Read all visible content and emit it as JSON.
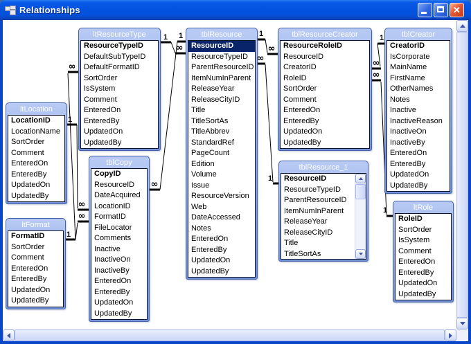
{
  "window": {
    "title": "Relationships",
    "icon": "relationships-window-icon",
    "controls": {
      "minimize": "minimize",
      "maximize": "maximize",
      "close_glyph": "✕"
    }
  },
  "cardinality": {
    "one": "1",
    "many": "∞"
  },
  "tables": [
    {
      "id": "ltResourceType",
      "title": "ltResourceType",
      "fields": [
        {
          "name": "ResourceTypeID",
          "pk": true
        },
        {
          "name": "DefaultSubTypeID"
        },
        {
          "name": "DefaultFormatID"
        },
        {
          "name": "SortOrder"
        },
        {
          "name": "IsSystem"
        },
        {
          "name": "Comment"
        },
        {
          "name": "EnteredOn"
        },
        {
          "name": "EnteredBy"
        },
        {
          "name": "UpdatedOn"
        },
        {
          "name": "UpdatedBy"
        }
      ]
    },
    {
      "id": "tblResource",
      "title": "tblResource",
      "fields": [
        {
          "name": "ResourceID",
          "pk": true,
          "selected": true
        },
        {
          "name": "ResourceTypeID"
        },
        {
          "name": "ParentResourceID"
        },
        {
          "name": "ItemNumInParent"
        },
        {
          "name": "ReleaseYear"
        },
        {
          "name": "ReleaseCityID"
        },
        {
          "name": "Title"
        },
        {
          "name": "TitleSortAs"
        },
        {
          "name": "TitleAbbrev"
        },
        {
          "name": "StandardRef"
        },
        {
          "name": "PageCount"
        },
        {
          "name": "Edition"
        },
        {
          "name": "Volume"
        },
        {
          "name": "Issue"
        },
        {
          "name": "ResourceVersion"
        },
        {
          "name": "Web"
        },
        {
          "name": "DateAccessed"
        },
        {
          "name": "Notes"
        },
        {
          "name": "EnteredOn"
        },
        {
          "name": "EnteredBy"
        },
        {
          "name": "UpdatedOn"
        },
        {
          "name": "UpdatedBy"
        }
      ]
    },
    {
      "id": "tblResourceCreator",
      "title": "tblResourceCreator",
      "fields": [
        {
          "name": "ResourceRoleID",
          "pk": true
        },
        {
          "name": "ResourceID"
        },
        {
          "name": "CreatorID"
        },
        {
          "name": "RoleID"
        },
        {
          "name": "SortOrder"
        },
        {
          "name": "Comment"
        },
        {
          "name": "EnteredOn"
        },
        {
          "name": "EnteredBy"
        },
        {
          "name": "UpdatedOn"
        },
        {
          "name": "UpdatedBy"
        }
      ]
    },
    {
      "id": "tblCreator",
      "title": "tblCreator",
      "fields": [
        {
          "name": "CreatorID",
          "pk": true
        },
        {
          "name": "IsCorporate"
        },
        {
          "name": "MainName"
        },
        {
          "name": "FirstName"
        },
        {
          "name": "OtherNames"
        },
        {
          "name": "Notes"
        },
        {
          "name": "Inactive"
        },
        {
          "name": "InactiveReason"
        },
        {
          "name": "InactiveOn"
        },
        {
          "name": "InactiveBy"
        },
        {
          "name": "EnteredOn"
        },
        {
          "name": "EnteredBy"
        },
        {
          "name": "UpdatedOn"
        },
        {
          "name": "UpdatedBy"
        }
      ]
    },
    {
      "id": "ltLocation",
      "title": "ltLocation",
      "fields": [
        {
          "name": "LocationID",
          "pk": true
        },
        {
          "name": "LocationName"
        },
        {
          "name": "SortOrder"
        },
        {
          "name": "Comment"
        },
        {
          "name": "EnteredOn"
        },
        {
          "name": "EnteredBy"
        },
        {
          "name": "UpdatedOn"
        },
        {
          "name": "UpdatedBy"
        }
      ]
    },
    {
      "id": "tblCopy",
      "title": "tblCopy",
      "fields": [
        {
          "name": "CopyID",
          "pk": true
        },
        {
          "name": "ResourceID"
        },
        {
          "name": "DateAcquired"
        },
        {
          "name": "LocationID"
        },
        {
          "name": "FormatID"
        },
        {
          "name": "FileLocator"
        },
        {
          "name": "Comments"
        },
        {
          "name": "Inactive"
        },
        {
          "name": "InactiveOn"
        },
        {
          "name": "InactiveBy"
        },
        {
          "name": "EnteredOn"
        },
        {
          "name": "EnteredBy"
        },
        {
          "name": "UpdatedOn"
        },
        {
          "name": "UpdatedBy"
        }
      ]
    },
    {
      "id": "tblResource_1",
      "title": "tblResource_1",
      "scrollbar": true,
      "fields": [
        {
          "name": "ResourceID",
          "pk": true
        },
        {
          "name": "ResourceTypeID"
        },
        {
          "name": "ParentResourceID"
        },
        {
          "name": "ItemNumInParent"
        },
        {
          "name": "ReleaseYear"
        },
        {
          "name": "ReleaseCityID"
        },
        {
          "name": "Title"
        },
        {
          "name": "TitleSortAs"
        }
      ]
    },
    {
      "id": "ltFormat",
      "title": "ltFormat",
      "fields": [
        {
          "name": "FormatID",
          "pk": true
        },
        {
          "name": "SortOrder"
        },
        {
          "name": "Comment"
        },
        {
          "name": "EnteredOn"
        },
        {
          "name": "EnteredBy"
        },
        {
          "name": "UpdatedOn"
        },
        {
          "name": "UpdatedBy"
        }
      ]
    },
    {
      "id": "ltRole",
      "title": "ltRole",
      "fields": [
        {
          "name": "RoleID",
          "pk": true
        },
        {
          "name": "SortOrder"
        },
        {
          "name": "IsSystem"
        },
        {
          "name": "Comment"
        },
        {
          "name": "EnteredOn"
        },
        {
          "name": "EnteredBy"
        },
        {
          "name": "UpdatedOn"
        },
        {
          "name": "UpdatedBy"
        }
      ]
    }
  ],
  "relationships": [
    {
      "id": "r1",
      "one_table": "ltResourceType",
      "one_field": "ResourceTypeID",
      "many_table": "tblResource",
      "many_field": "ResourceTypeID",
      "one_label": "1",
      "many_label": "∞"
    },
    {
      "id": "r2",
      "one_table": "tblResource",
      "one_field": "ResourceID",
      "many_table": "tblCopy",
      "many_field": "ResourceID",
      "one_label": "1",
      "many_label": "∞"
    },
    {
      "id": "r3",
      "one_table": "ltFormat",
      "one_field": "FormatID",
      "many_table": "ltResourceType",
      "many_field": "DefaultFormatID",
      "one_label": "1",
      "many_label": "∞"
    },
    {
      "id": "r4",
      "one_table": "ltFormat",
      "one_field": "FormatID",
      "many_table": "tblCopy",
      "many_field": "FormatID",
      "one_label": "1",
      "many_label": "∞"
    },
    {
      "id": "r5",
      "one_table": "ltLocation",
      "one_field": "LocationID",
      "many_table": "tblCopy",
      "many_field": "LocationID",
      "one_label": "1",
      "many_label": "∞"
    },
    {
      "id": "r6",
      "one_table": "tblResource",
      "one_field": "ResourceID",
      "many_table": "tblResourceCreator",
      "many_field": "ResourceID",
      "one_label": "1",
      "many_label": "∞"
    },
    {
      "id": "r7",
      "one_table": "tblResource_1",
      "one_field": "ResourceID",
      "many_table": "tblResource",
      "many_field": "ParentResourceID",
      "one_label": "1",
      "many_label": "∞"
    },
    {
      "id": "r8",
      "one_table": "tblCreator",
      "one_field": "CreatorID",
      "many_table": "tblResourceCreator",
      "many_field": "CreatorID",
      "one_label": "1",
      "many_label": "∞"
    },
    {
      "id": "r9",
      "one_table": "ltRole",
      "one_field": "RoleID",
      "many_table": "tblResourceCreator",
      "many_field": "RoleID",
      "one_label": "1",
      "many_label": "∞"
    }
  ]
}
